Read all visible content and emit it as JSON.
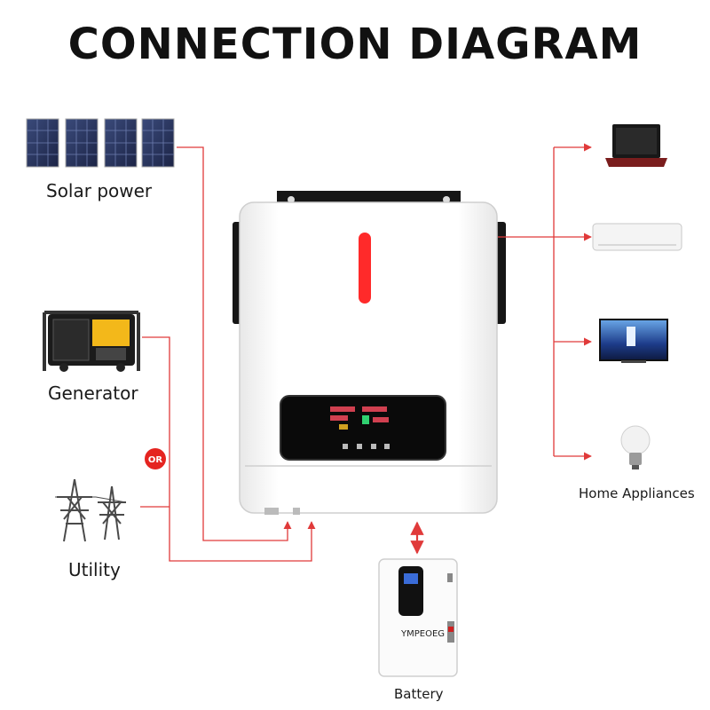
{
  "title": "CONNECTION DIAGRAM",
  "sources": {
    "solar": "Solar power",
    "generator": "Generator",
    "utility": "Utility",
    "or_badge": "OR"
  },
  "outputs": {
    "home_appliances": "Home Appliances"
  },
  "battery": {
    "brand": "YMPEOEG",
    "label": "Battery"
  },
  "colors": {
    "line": "#e03a3a",
    "accent_red": "#ff2a2a",
    "inverter_body": "#f7f7f7",
    "text": "#111111"
  }
}
